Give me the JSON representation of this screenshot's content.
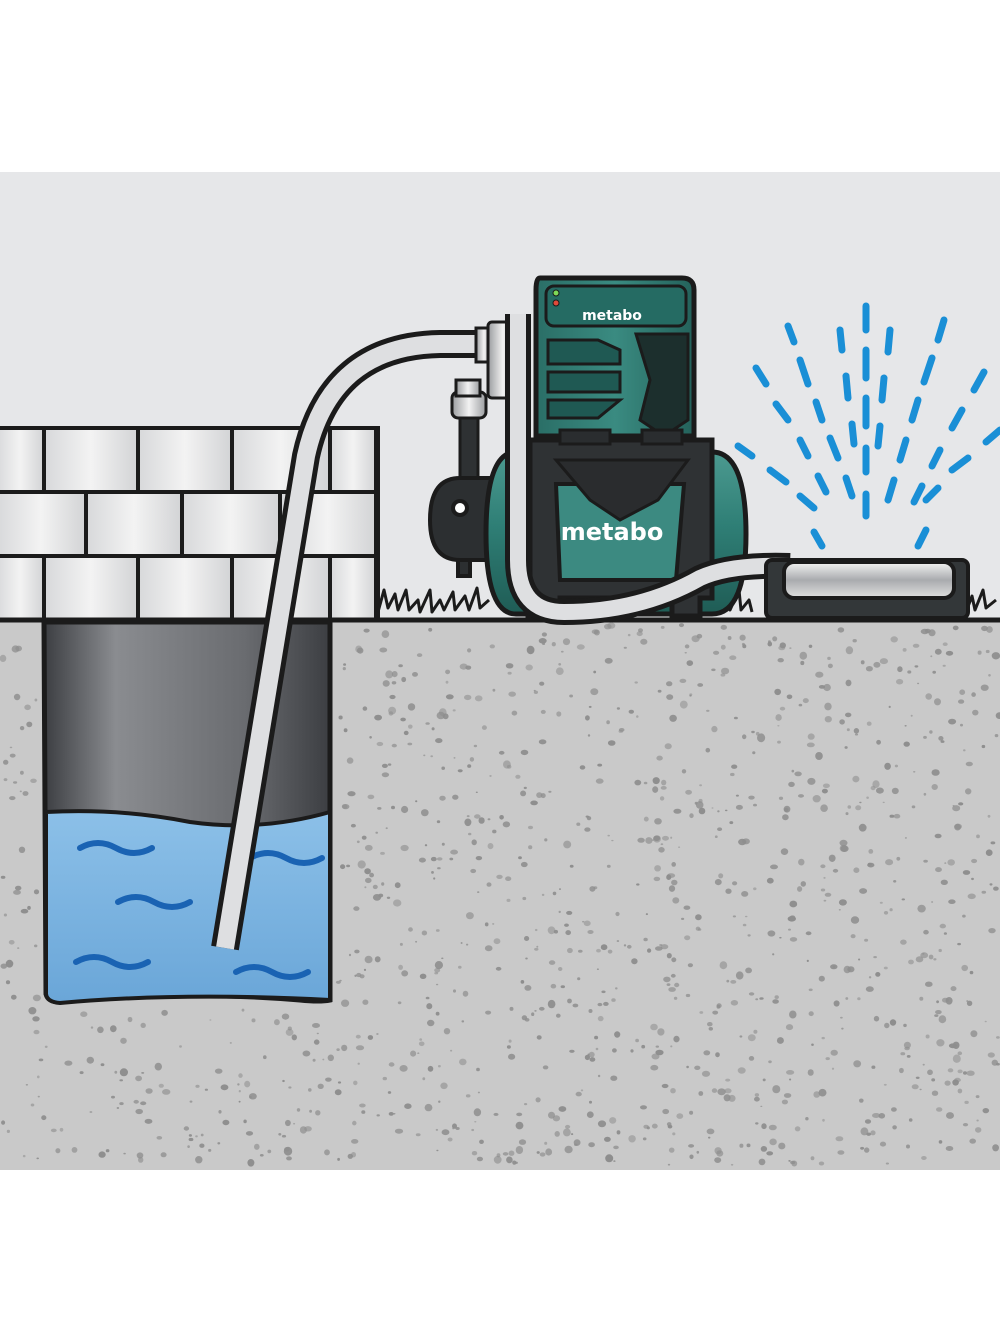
{
  "illustration": {
    "pump_top_logo": "metabo",
    "pump_tank_logo": "metabo",
    "colors": {
      "sky": "#e6e7e9",
      "ground": "#c9c9c9",
      "ground_speckle": "#8e8e8e",
      "well_shaft": "#6e7075",
      "water": "#7fb6e0",
      "water_wave": "#1a63b3",
      "spray": "#1a8fd6",
      "pump_green": "#2f7f76",
      "pump_dark": "#333739",
      "outline": "#1b1b1b"
    },
    "icons": [
      "well",
      "suction-hose",
      "garden-pump",
      "pressure-tank",
      "outlet-hose",
      "sprinkler",
      "water-spray",
      "grass"
    ]
  }
}
